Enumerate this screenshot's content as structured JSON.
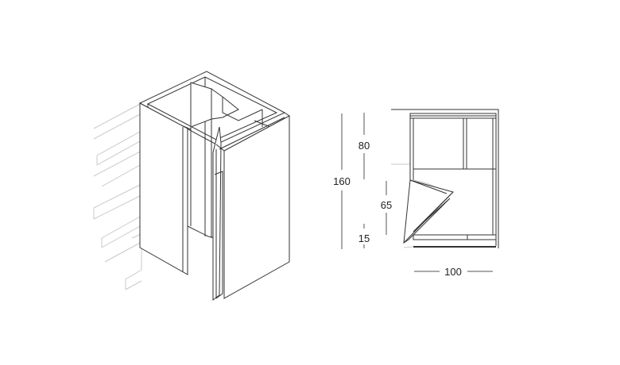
{
  "dimensions": {
    "overall_height": "160",
    "upper_height": "80",
    "middle_height": "65",
    "lower_height": "15",
    "width": "100"
  },
  "colors": {
    "line": "#333333",
    "ghost": "#c9c9c9",
    "background": "#ffffff"
  }
}
